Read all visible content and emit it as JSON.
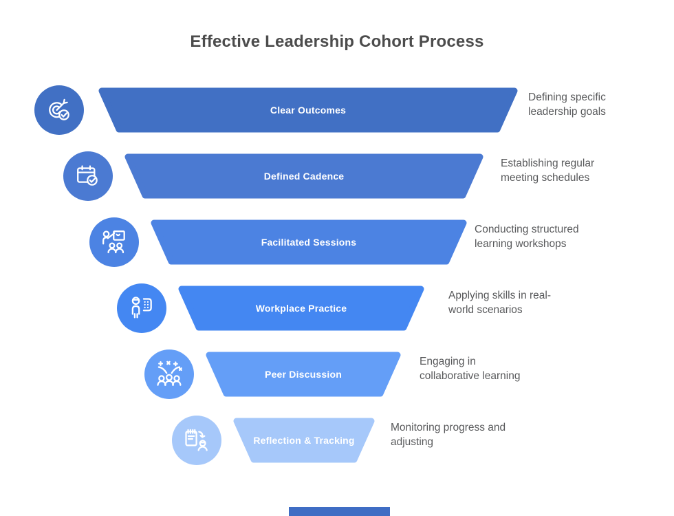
{
  "title": "Effective Leadership Cohort Process",
  "colors": {
    "background": "#ffffff",
    "title_text": "#4c4c4c",
    "description_text": "#58595b",
    "label_text": "#ffffff",
    "cropped_shape": "#3f6dc4"
  },
  "funnel": {
    "stages": [
      {
        "label": "Clear Outcomes",
        "description": "Defining specific\nleadership goals",
        "color": "#4170c4",
        "icon": "target-goal-check-icon"
      },
      {
        "label": "Defined Cadence",
        "description": "Establishing regular\nmeeting schedules",
        "color": "#4b7ad2",
        "icon": "calendar-check-icon"
      },
      {
        "label": "Facilitated Sessions",
        "description": "Conducting structured\nlearning workshops",
        "color": "#4c83e3",
        "icon": "facilitator-presentation-icon"
      },
      {
        "label": "Workplace Practice",
        "description": "Applying skills in real-\nworld scenarios",
        "color": "#4487f2",
        "icon": "person-practice-board-icon"
      },
      {
        "label": "Peer Discussion",
        "description": "Engaging in\ncollaborative learning",
        "color": "#649ef7",
        "icon": "peer-group-celebration-icon"
      },
      {
        "label": "Reflection & Tracking",
        "description": "Monitoring progress and\nadjusting",
        "color": "#a6c8fa",
        "icon": "notes-tracking-person-icon"
      }
    ]
  }
}
